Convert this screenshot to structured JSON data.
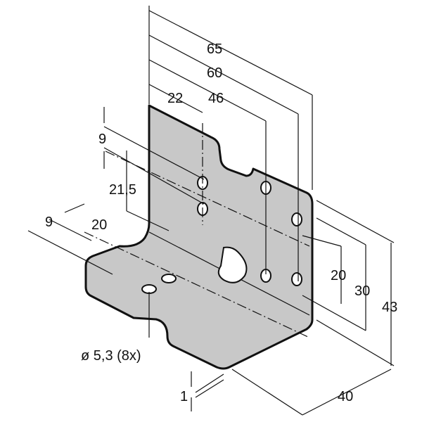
{
  "drawing": {
    "dims": {
      "overall_length": "65",
      "length_60": "60",
      "length_46": "46",
      "length_22": "22",
      "top_9": "9",
      "height_21_5": "21,5",
      "depth_20": "20",
      "left_9": "9",
      "height_20": "20",
      "height_30": "30",
      "height_43": "43",
      "width_40": "40",
      "thickness_1": "1"
    },
    "hole_note": "ø 5,3 (8x)",
    "colors": {
      "plate": "#c8c8c8",
      "line": "#111111"
    }
  }
}
